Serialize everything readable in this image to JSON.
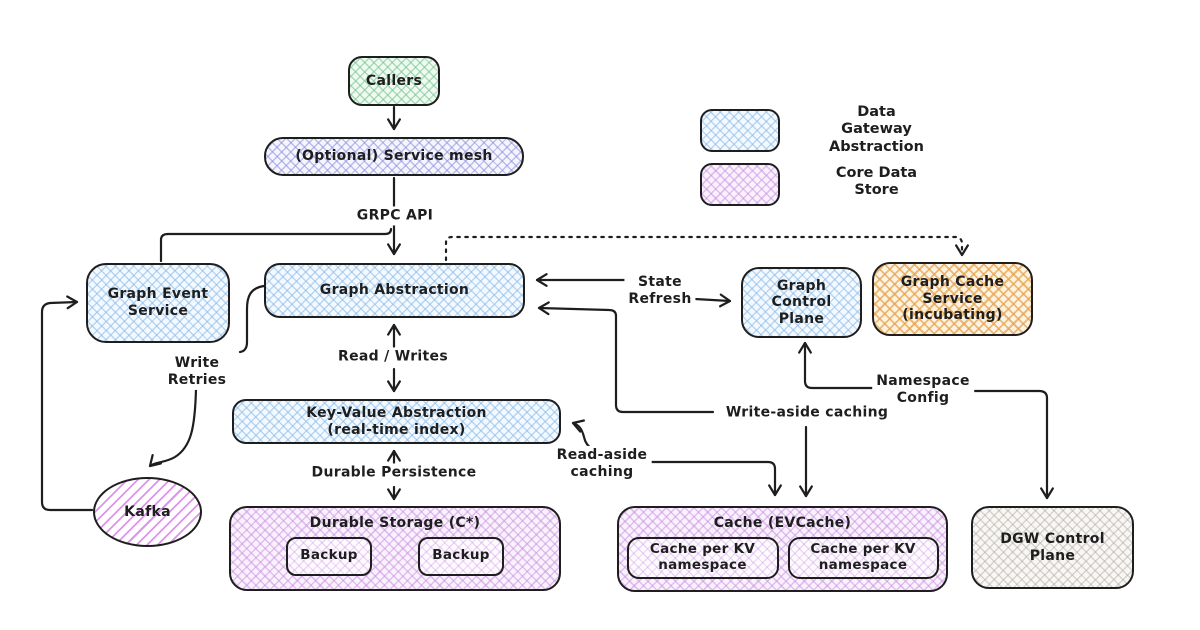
{
  "nodes": {
    "callers": {
      "label": "Callers"
    },
    "service_mesh": {
      "label": "(Optional) Service mesh"
    },
    "graph_event_service": {
      "label": "Graph Event\nService"
    },
    "graph_abstraction": {
      "label": "Graph Abstraction"
    },
    "graph_control_plane": {
      "label": "Graph\nControl\nPlane"
    },
    "graph_cache_service": {
      "label": "Graph Cache\nService\n(incubating)"
    },
    "kv_abstraction": {
      "label": "Key-Value Abstraction\n(real-time index)"
    },
    "kafka": {
      "label": "Kafka"
    },
    "durable_storage": {
      "label": "Durable Storage (C*)",
      "children": [
        "Backup",
        "Backup"
      ]
    },
    "cache": {
      "label": "Cache (EVCache)",
      "children": [
        "Cache per KV\nnamespace",
        "Cache per KV\nnamespace"
      ]
    },
    "dgw_control_plane": {
      "label": "DGW Control\nPlane"
    }
  },
  "edge_labels": {
    "grpc_api": "GRPC API",
    "write_retries": "Write\nRetries",
    "read_writes": "Read / Writes",
    "state_refresh": "State\nRefresh",
    "durable_persistence": "Durable Persistence",
    "read_aside_caching": "Read-aside\ncaching",
    "write_aside_caching": "Write-aside caching",
    "namespace_config": "Namespace\nConfig"
  },
  "legend": {
    "items": [
      {
        "swatch_color": "#a5d8ff",
        "label": "Data\nGateway\nAbstraction"
      },
      {
        "swatch_color": "#d8b4ec",
        "label": "Core Data\nStore"
      }
    ]
  },
  "colors": {
    "stroke": "#1e1e1e",
    "green_fill": "#b2e8c0",
    "periwinkle_fill": "#b3b0e8",
    "blue_fill": "#a5d8ff",
    "orange_fill": "#f0b264",
    "purple_fill": "#d8b4ec",
    "kafka_hatch": "#da77f2",
    "gray_fill": "#e8e6e2"
  }
}
